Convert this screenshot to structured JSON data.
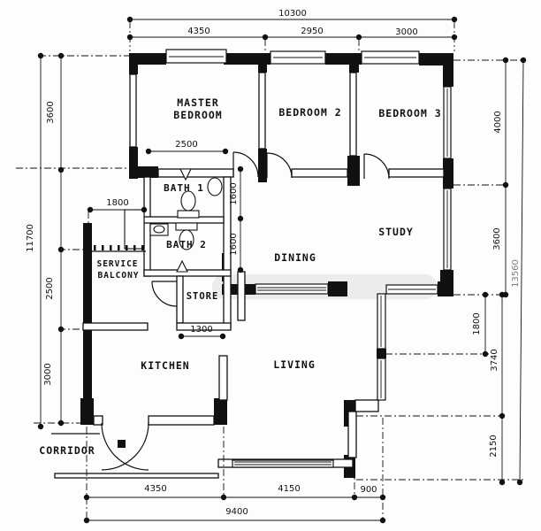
{
  "plan": {
    "rooms": {
      "master_bedroom": {
        "line1": "MASTER",
        "line2": "BEDROOM"
      },
      "bedroom2": {
        "label": "BEDROOM 2"
      },
      "bedroom3": {
        "label": "BEDROOM 3"
      },
      "bath1": {
        "label": "BATH 1"
      },
      "bath2": {
        "label": "BATH 2"
      },
      "service_balcony": {
        "line1": "SERVICE",
        "line2": "BALCONY"
      },
      "store": {
        "label": "STORE"
      },
      "dining": {
        "label": "DINING"
      },
      "study": {
        "label": "STUDY"
      },
      "kitchen": {
        "label": "KITCHEN"
      },
      "living": {
        "label": "LIVING"
      },
      "corridor": {
        "label": "CORRIDOR"
      }
    },
    "dimensions_mm": {
      "top_overall": "10300",
      "top_master": "4350",
      "top_bedroom2": "2950",
      "top_bedroom3": "3000",
      "left_overall": "11700",
      "left_master_depth": "3600",
      "left_balcony_depth": "2500",
      "left_kitchen_depth": "3000",
      "balcony_width": "1800",
      "bath_width": "2500",
      "bath1_depth": "1600",
      "bath2_depth": "1600",
      "store_width": "1300",
      "right_bedroom3_depth": "4000",
      "right_study_depth": "3600",
      "right_living_step": "1800",
      "right_living_depth": "3740",
      "right_lower": "2150",
      "right_overall": "13560",
      "bottom_kitchen": "4350",
      "bottom_living": "4150",
      "bottom_step": "900",
      "bottom_overall": "9400"
    },
    "colors": {
      "ink": "#111111",
      "paper": "#fdfdfc"
    }
  }
}
